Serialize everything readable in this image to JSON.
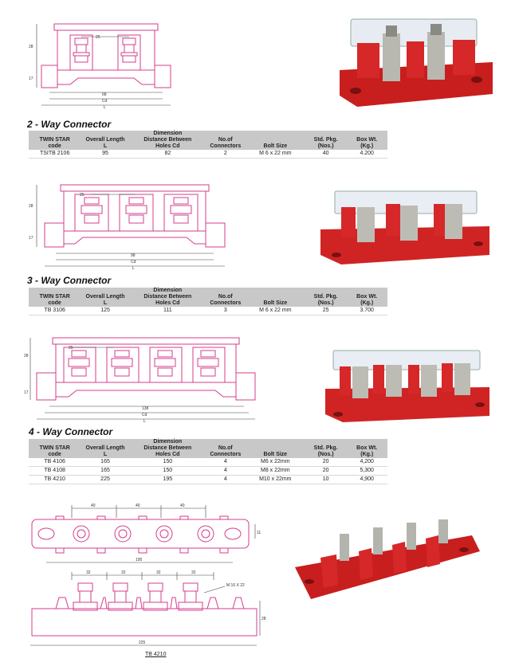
{
  "sections": [
    {
      "heading": "2 - Way Connector",
      "dims": {
        "h1": "28",
        "h2": "17",
        "pitch": "25",
        "cd": "68",
        "cd_label": "Cd",
        "l_label": "L"
      },
      "rows": [
        {
          "code": "TSITB 2106",
          "length": "95",
          "holes": "82",
          "connectors": "2",
          "bolt": "M 6 x 22 mm",
          "pkg": "40",
          "wt": "4.200"
        }
      ]
    },
    {
      "heading": "3 - Way Connector",
      "dims": {
        "h1": "28",
        "h2": "17",
        "pitch": "25",
        "cd": "98",
        "cd_label": "Cd",
        "l_label": "L"
      },
      "rows": [
        {
          "code": "TB 3106",
          "length": "125",
          "holes": "111",
          "connectors": "3",
          "bolt": "M 6 x 22 mm",
          "pkg": "25",
          "wt": "3.700"
        }
      ]
    },
    {
      "heading": "4 - Way Connector",
      "dims": {
        "h1": "28",
        "h2": "17",
        "pitch": "25",
        "cd": "138",
        "cd_label": "Cd",
        "l_label": "L"
      },
      "rows": [
        {
          "code": "TB 4106",
          "length": "165",
          "holes": "150",
          "connectors": "4",
          "bolt": "M6 x 22mm",
          "pkg": "20",
          "wt": "4,200"
        },
        {
          "code": "TB 4108",
          "length": "165",
          "holes": "150",
          "connectors": "4",
          "bolt": "M8 x 22mm",
          "pkg": "20",
          "wt": "5,300"
        },
        {
          "code": "TB 4210",
          "length": "225",
          "holes": "195",
          "connectors": "4",
          "bolt": "M10 x 22mm",
          "pkg": "10",
          "wt": "4,900"
        }
      ]
    }
  ],
  "table_headers": {
    "dimension": "Dimension",
    "code_l1": "TWIN STAR",
    "code_l2": "code",
    "len_l1": "Overall Length",
    "len_l2": "L",
    "holes_l1": "Distance Between",
    "holes_l2": "Holes Cd",
    "conn_l1": "No.of",
    "conn_l2": "Connectors",
    "bolt": "Bolt Size",
    "pkg_l1": "Std. Pkg.",
    "pkg_l2": "(Nos.)",
    "wt_l1": "Box Wt.",
    "wt_l2": "(Kg.)"
  },
  "tb4210_drawing": {
    "top_pitch": [
      "40",
      "40",
      "40"
    ],
    "top_side": "11",
    "top_overall": "195",
    "front_pitch": [
      "32",
      "32",
      "32",
      "32"
    ],
    "bolt_label": "M 10 X 22",
    "front_height": "28",
    "front_overall": "225",
    "caption": "TB 4210"
  },
  "colors": {
    "outline": "#d43c8c",
    "red": "#d22a2a",
    "header_gray": "#c8c8c8"
  }
}
